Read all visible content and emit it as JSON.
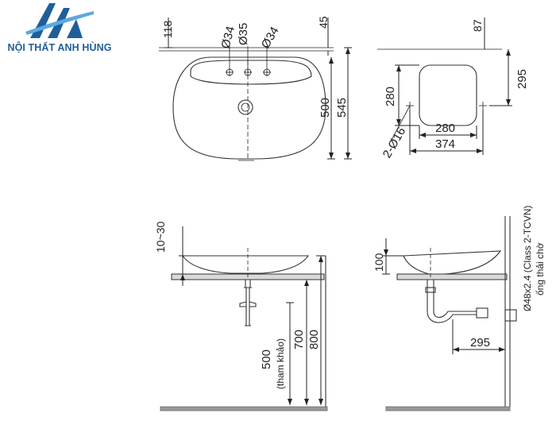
{
  "brand": {
    "name": "NỘI THẤT ANH HÙNG",
    "logo": "mountain-a-logo",
    "colors": {
      "primary": "#1f5f99",
      "light": "#5aa8e0"
    }
  },
  "top_left_view": {
    "dims": {
      "d1": "Ø34",
      "d2": "Ø35",
      "d3": "Ø34",
      "top_gap": "118",
      "faucet_gap": "45",
      "depth_inner": "500",
      "depth_outer": "545"
    }
  },
  "top_right_view": {
    "dims": {
      "h_top": "87",
      "h_right": "295",
      "h_left": "280",
      "w_inner": "280",
      "w_outer": "374",
      "holes": "2-Ø16"
    }
  },
  "front_view": {
    "dims": {
      "rim": "10~30",
      "h700": "700",
      "h800": "800",
      "h500": "500",
      "h500_note": "(tham khảo)"
    }
  },
  "side_view": {
    "dims": {
      "h100": "100",
      "w295": "295",
      "pipe": "Ø48x2.4 (Class 2-TCVN)",
      "pipe_note": "ống thải chờ"
    }
  }
}
